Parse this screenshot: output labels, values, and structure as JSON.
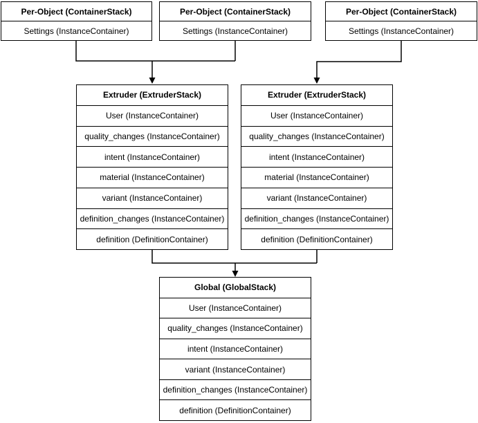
{
  "diagram": {
    "colors": {
      "background": "#ffffff",
      "line": "#000000",
      "text": "#000000"
    },
    "per_object_stacks": [
      {
        "title": "Per-Object (ContainerStack)",
        "rows": [
          "Settings (InstanceContainer)"
        ]
      },
      {
        "title": "Per-Object (ContainerStack)",
        "rows": [
          "Settings (InstanceContainer)"
        ]
      },
      {
        "title": "Per-Object (ContainerStack)",
        "rows": [
          "Settings (InstanceContainer)"
        ]
      }
    ],
    "extruder_stacks": [
      {
        "title": "Extruder (ExtruderStack)",
        "rows": [
          "User (InstanceContainer)",
          "quality_changes (InstanceContainer)",
          "intent (InstanceContainer)",
          "material (InstanceContainer)",
          "variant (InstanceContainer)",
          "definition_changes (InstanceContainer)",
          "definition (DefinitionContainer)"
        ]
      },
      {
        "title": "Extruder (ExtruderStack)",
        "rows": [
          "User (InstanceContainer)",
          "quality_changes (InstanceContainer)",
          "intent (InstanceContainer)",
          "material (InstanceContainer)",
          "variant (InstanceContainer)",
          "definition_changes (InstanceContainer)",
          "definition (DefinitionContainer)"
        ]
      }
    ],
    "global_stack": {
      "title": "Global (GlobalStack)",
      "rows": [
        "User (InstanceContainer)",
        "quality_changes (InstanceContainer)",
        "intent (InstanceContainer)",
        "variant (InstanceContainer)",
        "definition_changes (InstanceContainer)",
        "definition (DefinitionContainer)"
      ]
    }
  }
}
